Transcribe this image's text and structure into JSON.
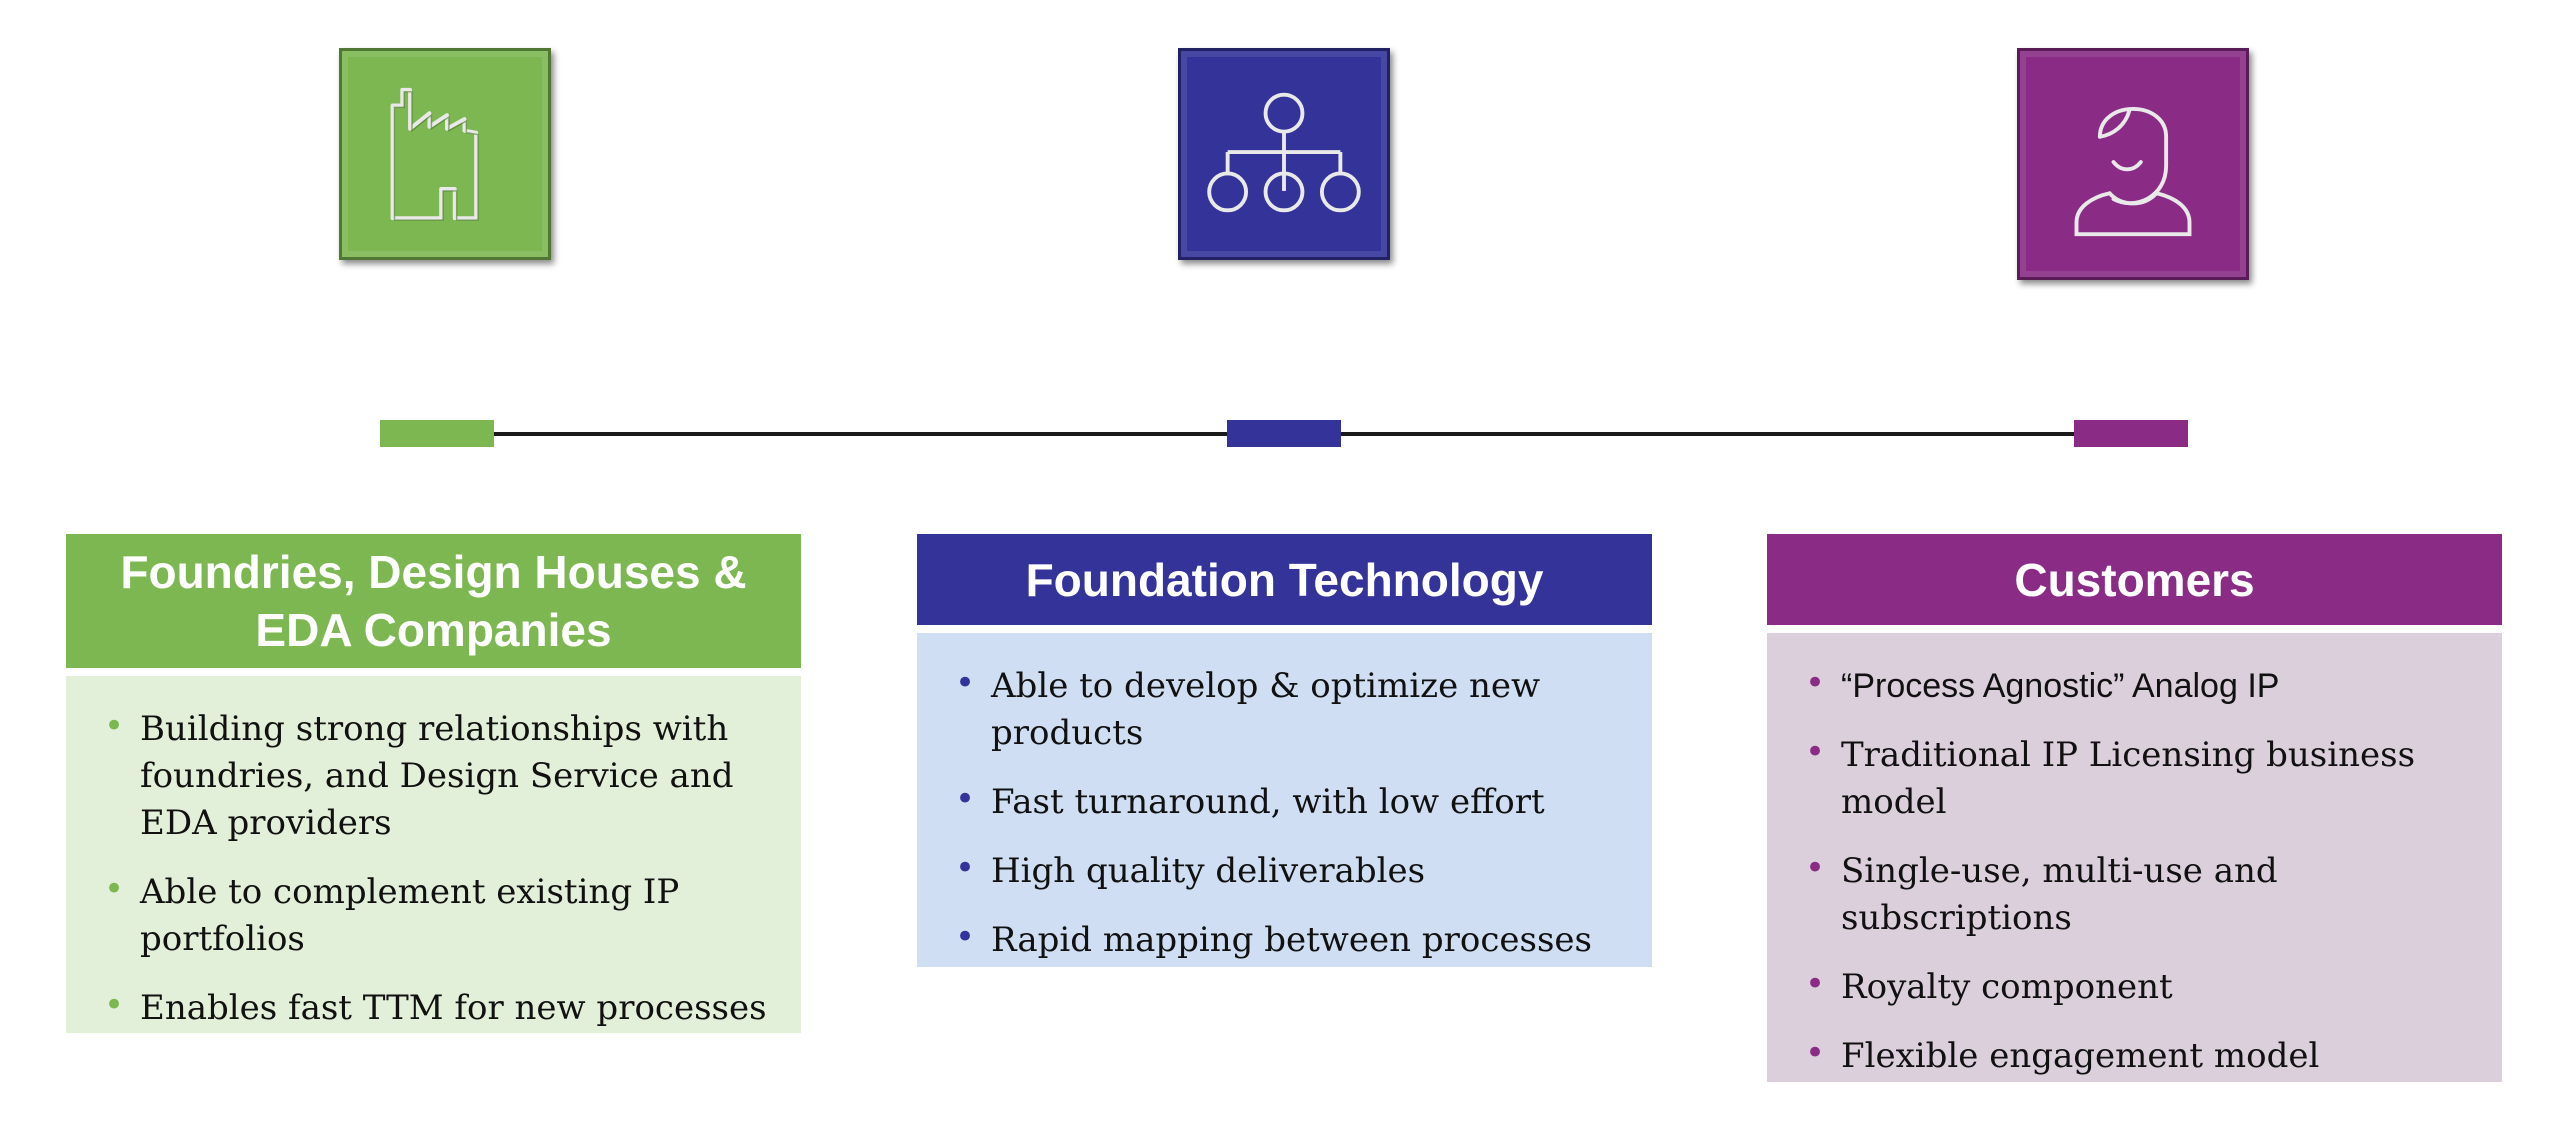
{
  "icons": [
    {
      "name": "factory-icon",
      "color": "#7db752"
    },
    {
      "name": "org-chart-icon",
      "color": "#33339a"
    },
    {
      "name": "person-icon",
      "color": "#8a2c86"
    }
  ],
  "colors": {
    "green": "#7db752",
    "blue": "#33339a",
    "purple": "#8a2c86",
    "green_light": "#e2efd9",
    "blue_light": "#cfdef2",
    "purple_light": "#dccfdc"
  },
  "columns": [
    {
      "title": "Foundries, Design Houses & EDA Companies",
      "bullets": [
        "Building strong relationships with foundries, and Design Service and EDA providers",
        "Able to complement existing IP portfolios",
        "Enables fast TTM for new processes"
      ]
    },
    {
      "title": "Foundation Technology",
      "bullets": [
        "Able to develop & optimize new products",
        "Fast turnaround, with low effort",
        "High quality deliverables",
        "Rapid mapping between processes"
      ]
    },
    {
      "title": "Customers",
      "bullets": [
        "“Process Agnostic” Analog IP",
        "Traditional IP Licensing business model",
        "Single-use, multi-use and subscriptions",
        "Royalty component",
        "Flexible engagement model"
      ]
    }
  ]
}
